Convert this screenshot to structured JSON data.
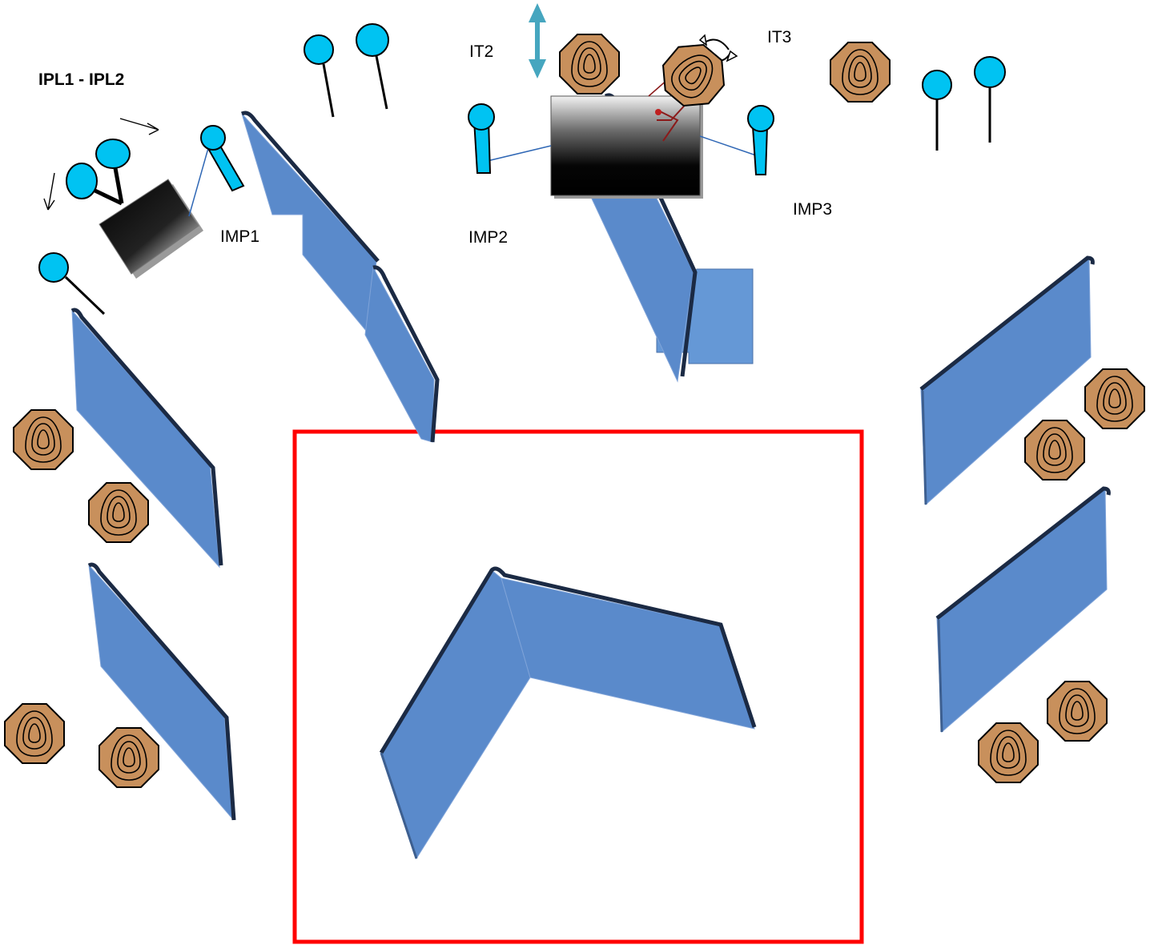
{
  "labels": {
    "group": "IPL1 - IPL2",
    "imp1": "IMP1",
    "imp2": "IMP2",
    "imp3": "IMP3",
    "it2": "IT2",
    "it3": "IT3"
  },
  "colors": {
    "wall": "#5a8acb",
    "wall_edge": "#1b2a44",
    "target": "#c8905c",
    "target_line": "#000000",
    "popper": "#00c3f2",
    "box": "#111111",
    "fault_line": "#ff0000",
    "arrow": "#46a6bf"
  },
  "icons": [
    "paper-target-icon",
    "steel-popper-icon",
    "swinger-icon",
    "mover-arrow-icon",
    "rotate-arrow-icon"
  ]
}
